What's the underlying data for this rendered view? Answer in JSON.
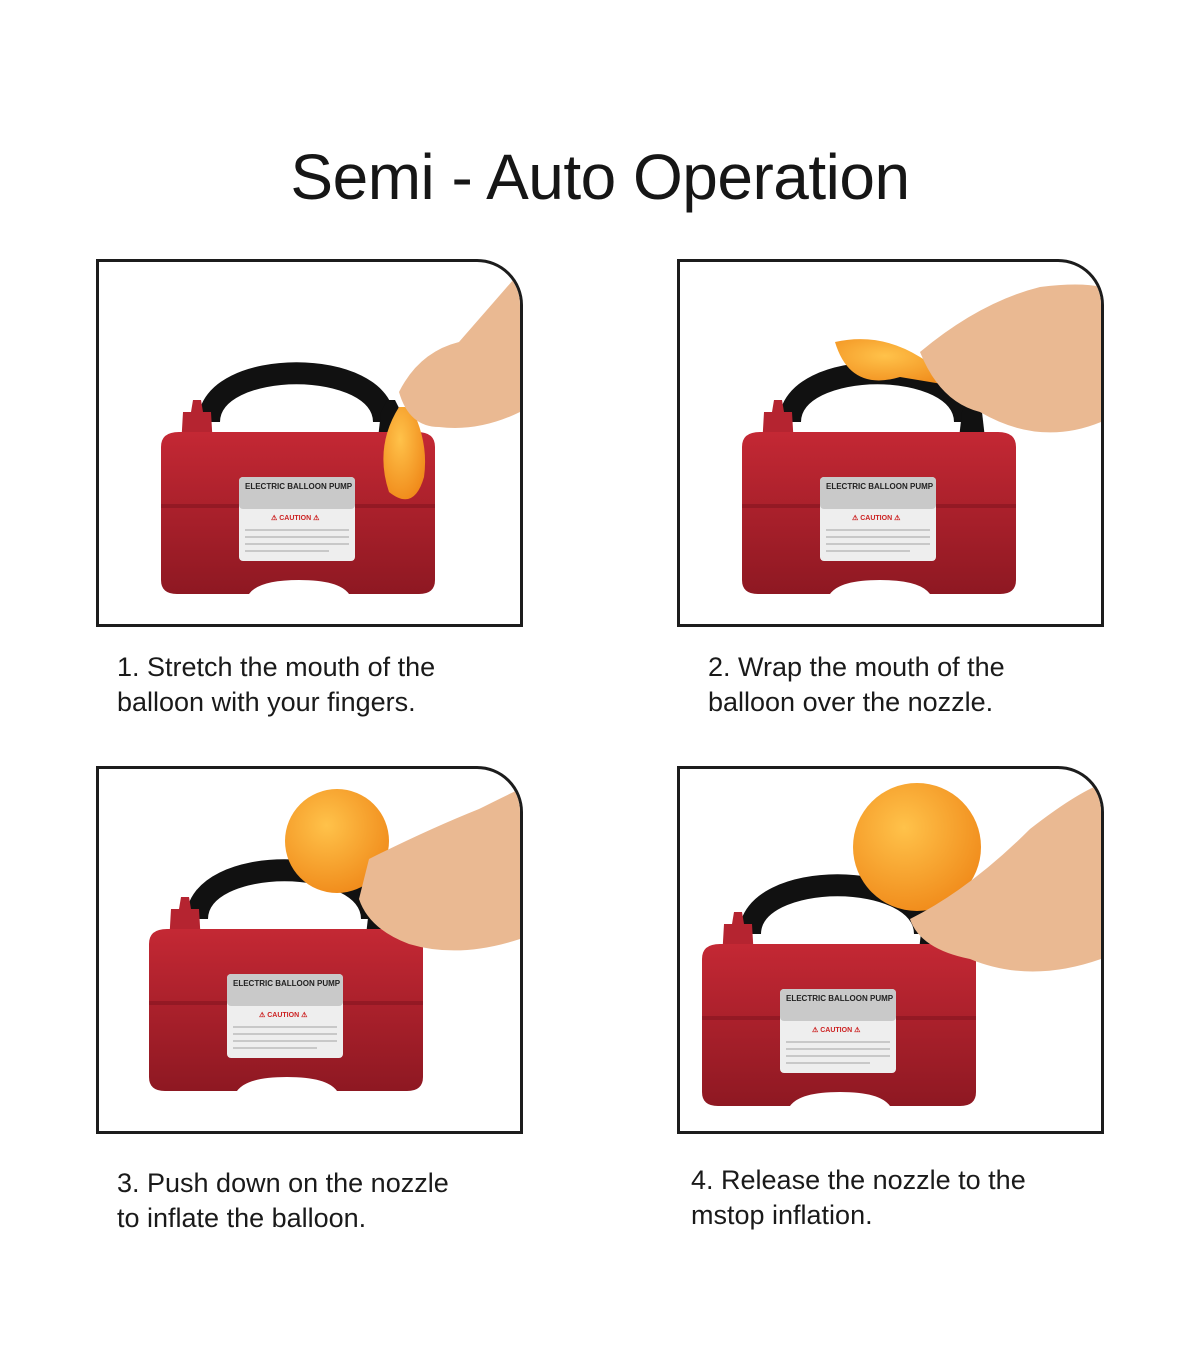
{
  "title": "Semi - Auto Operation",
  "pump_label": {
    "brand": "ELECTRIC BALLOON PUMP",
    "caution": "CAUTION"
  },
  "steps": [
    {
      "line1": "1. Stretch the mouth of the",
      "line2": "balloon with your fingers."
    },
    {
      "line1": "2. Wrap the mouth of the",
      "line2": "balloon over the nozzle."
    },
    {
      "line1": "3. Push down on the nozzle",
      "line2": "to inflate the balloon."
    },
    {
      "line1": "4. Release the nozzle to the",
      "line2": "mstop inflation."
    }
  ],
  "colors": {
    "pump": "#b0202c",
    "balloon": "#f6a32a",
    "skin": "#eab992",
    "frame": "#1c1c1c"
  }
}
